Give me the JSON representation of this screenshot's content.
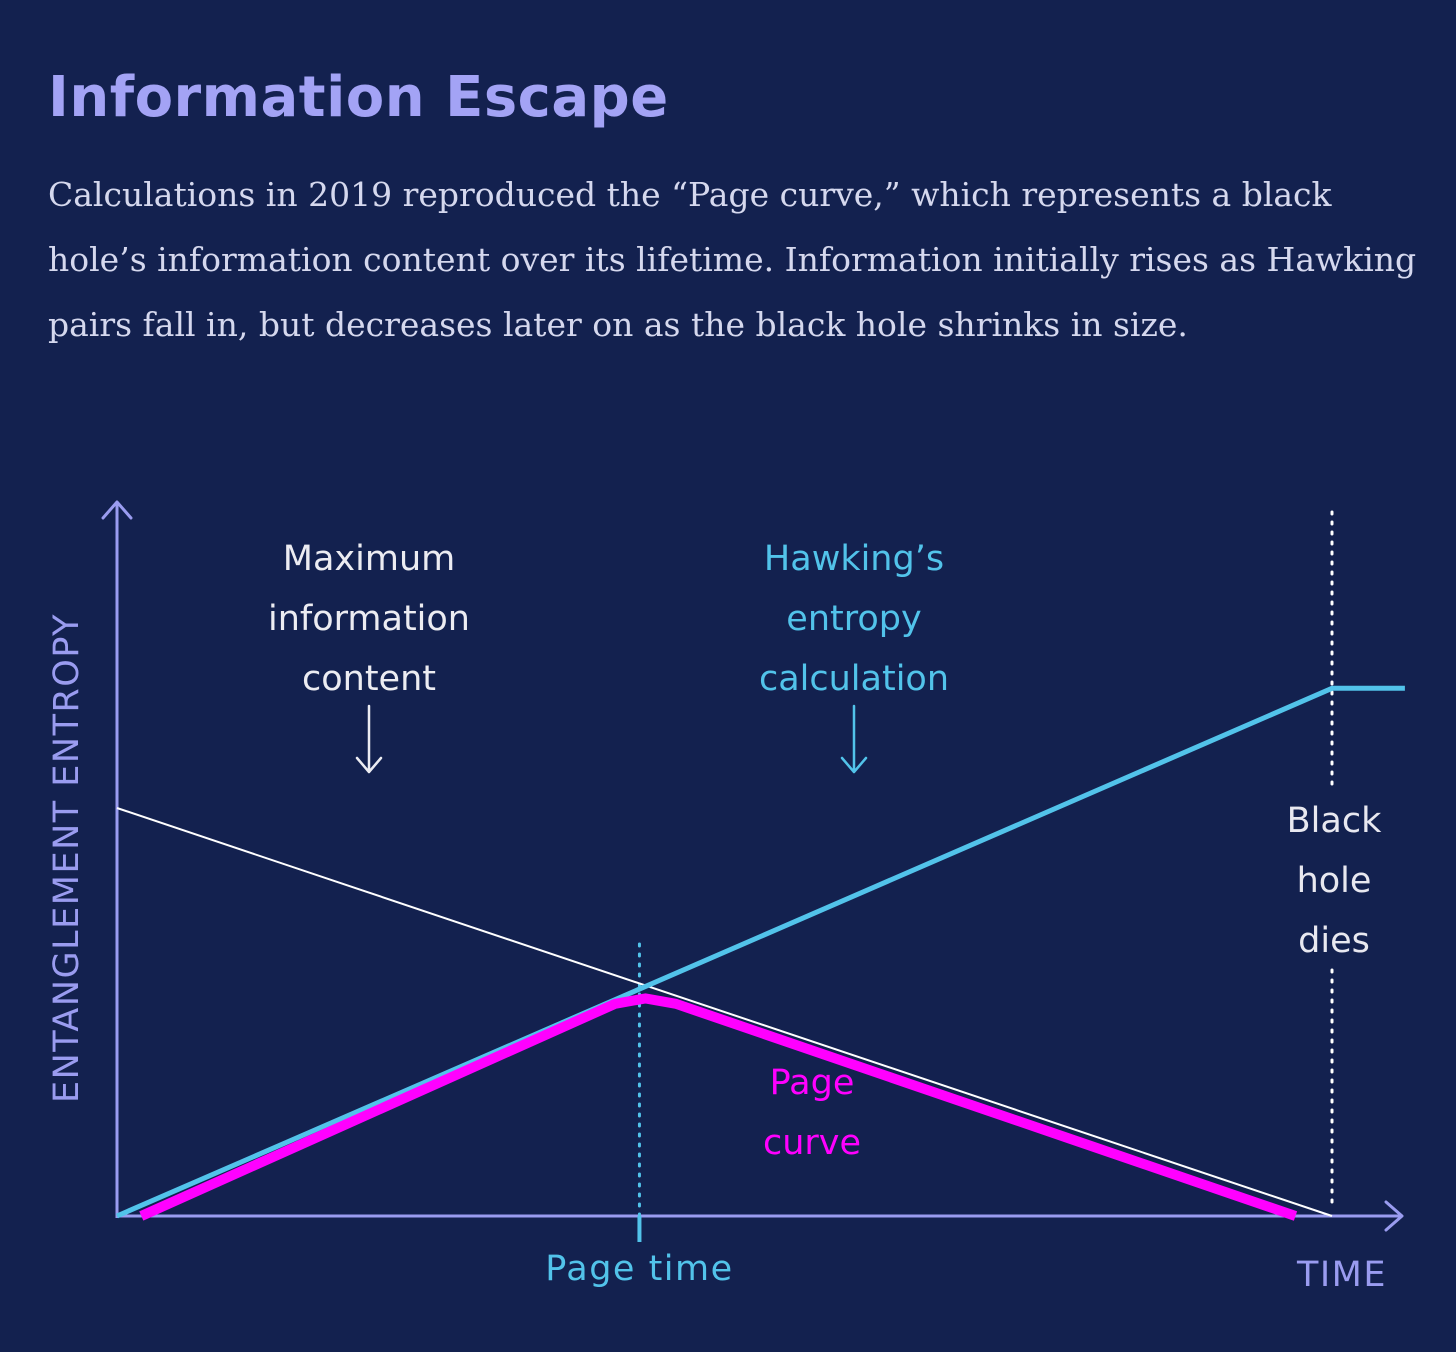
{
  "title": "Information Escape",
  "subtitle": "Calculations in 2019 reproduced the “Page curve,” which represents a black hole’s information content over its lifetime. Information initially rises as Hawking pairs fall in, but decreases later on as the black hole shrinks in size.",
  "colors": {
    "background": "#13214f",
    "title": "#a3a3f5",
    "axis": "#9a9cf0",
    "hawking": "#52c3ea",
    "page_curve": "#ff00ff",
    "max_info": "#ffffff",
    "body_text": "#d5d8ee"
  },
  "chart_data": {
    "type": "line",
    "xlabel": "TIME",
    "ylabel": "ENTANGLEMENT ENTROPY",
    "xlim": [
      0,
      1
    ],
    "ylim": [
      0,
      1
    ],
    "grid": false,
    "series": [
      {
        "name": "Maximum information content",
        "color": "#ffffff",
        "points": [
          [
            0,
            0.75
          ],
          [
            1,
            0
          ]
        ]
      },
      {
        "name": "Hawking’s entropy calculation",
        "color": "#52c3ea",
        "points": [
          [
            0,
            0
          ],
          [
            1,
            0.97
          ],
          [
            1.06,
            0.97
          ]
        ]
      },
      {
        "name": "Page curve",
        "color": "#ff00ff",
        "points": [
          [
            0.02,
            0
          ],
          [
            0.41,
            0.39
          ],
          [
            0.435,
            0.4
          ],
          [
            0.46,
            0.39
          ],
          [
            0.97,
            0
          ]
        ]
      }
    ],
    "markers": [
      {
        "label": "Page time",
        "x": 0.43
      },
      {
        "label_lines": [
          "Black",
          "hole",
          "dies"
        ],
        "x": 1
      }
    ],
    "annotations": [
      {
        "label_lines": [
          "Maximum",
          "information",
          "content"
        ],
        "target_series": 0
      },
      {
        "label_lines": [
          "Hawking’s",
          "entropy",
          "calculation"
        ],
        "target_series": 1
      },
      {
        "label_lines": [
          "Page",
          "curve"
        ],
        "target_series": 2
      }
    ]
  }
}
